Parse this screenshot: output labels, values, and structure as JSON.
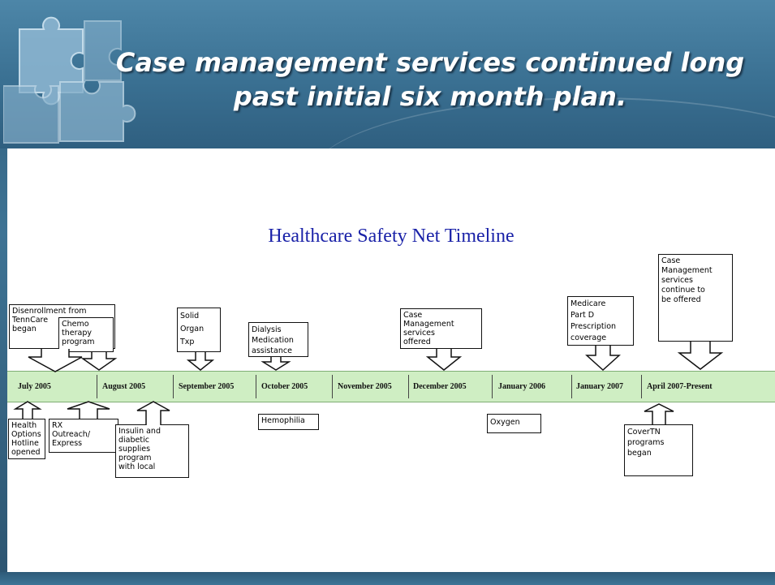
{
  "slide": {
    "title": "Case management services continued long past initial six month plan.",
    "timeline_title": "Healthcare Safety Net Timeline"
  },
  "timeline": {
    "months": [
      "July 2005",
      "August  2005",
      "September 2005",
      "October 2005",
      "November 2005",
      "December 2005",
      "January 2006",
      "January 2007",
      "April 2007-Present"
    ]
  },
  "events_above": {
    "disenrollment": "Disenrollment from\nTennCare\nbegan",
    "chemo": "Chemo\ntherapy\nprogram",
    "organ": "Solid\nOrgan\nTxp",
    "dialysis": "Dialysis\nMedication\nassistance",
    "case_mgmt_offered": "Case\nManagement\nservices\noffered",
    "medicare": "Medicare\nPart D\nPrescription\ncoverage",
    "case_mgmt_continue": "Case\nManagement\nservices\ncontinue to\nbe offered"
  },
  "events_below": {
    "health_options": "Health\nOptions\nHotline\nopened",
    "rx_outreach": "RX\nOutreach/\nExpress",
    "insulin": "Insulin and\ndiabetic\nsupplies\nprogram\nwith local",
    "hemophilia": "Hemophilia",
    "oxygen": "Oxygen",
    "covertn": "CoverTN\nprograms\nbegan"
  },
  "colors": {
    "timeline_band": "#cfeec3",
    "title_text": "#ffffff",
    "timeline_title": "#1a22a8"
  }
}
